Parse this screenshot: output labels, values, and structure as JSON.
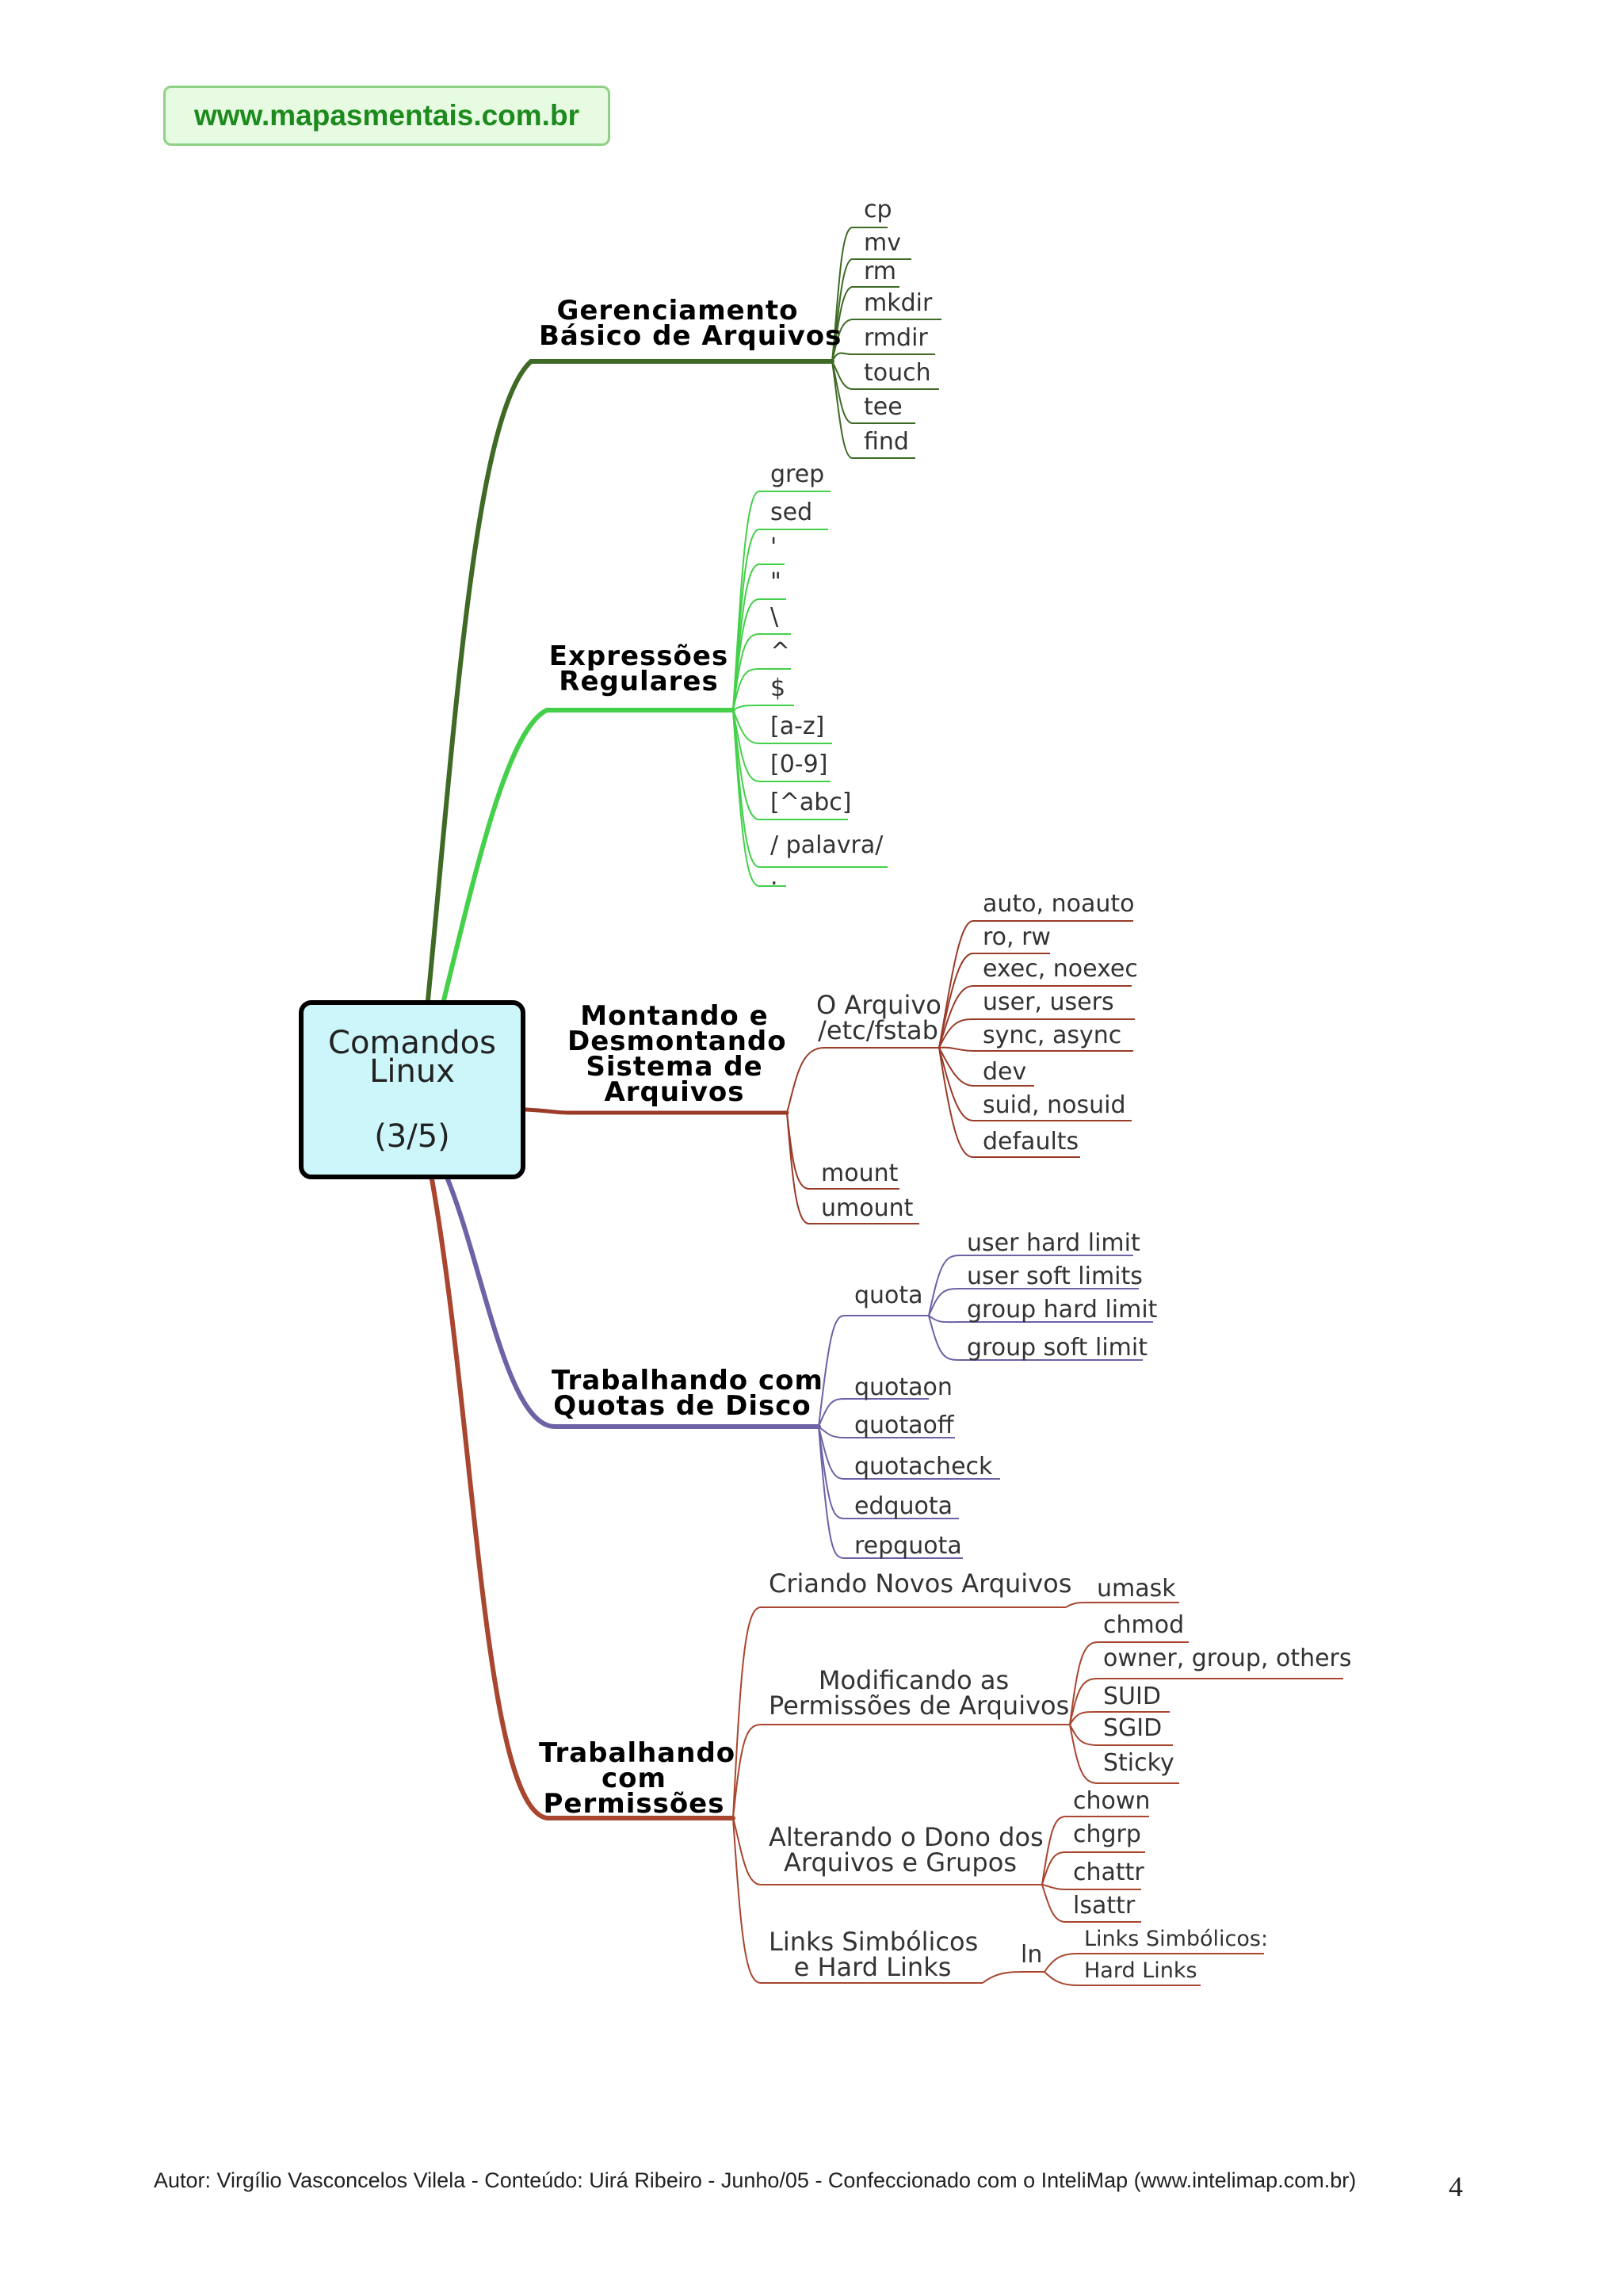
{
  "header": {
    "site": "www.mapasmentais.com.br"
  },
  "center": {
    "line1": "Comandos",
    "line2": "Linux",
    "line3": "(3/5)"
  },
  "branches": {
    "gerenciamento": {
      "title1": "Gerenciamento",
      "title2": "Básico de Arquivos",
      "color": "#3f6a25",
      "items": [
        "cp",
        "mv",
        "rm",
        "mkdir",
        "rmdir",
        "touch",
        "tee",
        "find"
      ]
    },
    "expressoes": {
      "title1": "Expressões",
      "title2": "Regulares",
      "color": "#44d04a",
      "items": [
        "grep",
        "sed",
        "'",
        "\"",
        "\\",
        "^",
        "$",
        "[a-z]",
        "[0-9]",
        "[^abc]",
        "/ palavra/",
        "."
      ]
    },
    "montando": {
      "title1": "Montando e",
      "title2": "Desmontando",
      "title3": "Sistema de",
      "title4": "Arquivos",
      "color": "#9a3b28",
      "fstab": {
        "label1": "O Arquivo",
        "label2": "/etc/fstab",
        "items": [
          "auto, noauto",
          "ro, rw",
          "exec, noexec",
          "user, users",
          "sync, async",
          "dev",
          "suid, nosuid",
          "defaults"
        ]
      },
      "items": [
        "mount",
        "umount"
      ]
    },
    "quotas": {
      "title1": "Trabalhando com",
      "title2": "Quotas de Disco",
      "color": "#6c62a6",
      "quota": {
        "label": "quota",
        "items": [
          "user hard limit",
          "user soft limits",
          "group hard limit",
          "group soft limit"
        ]
      },
      "items": [
        "quotaon",
        "quotaoff",
        "quotacheck",
        "edquota",
        "repquota"
      ]
    },
    "permissoes": {
      "title1": "Trabalhando",
      "title2": "com",
      "title3": "Permissões",
      "color": "#a8462f",
      "criando": {
        "label": "Criando Novos Arquivos",
        "items": [
          "umask"
        ]
      },
      "modificando": {
        "label1": "Modificando as",
        "label2": "Permissões de Arquivos",
        "items": [
          "chmod",
          "owner, group, others",
          "SUID",
          "SGID",
          "Sticky"
        ]
      },
      "alterando": {
        "label1": "Alterando o Dono dos",
        "label2": "Arquivos e Grupos",
        "items": [
          "chown",
          "chgrp",
          "chattr",
          "lsattr"
        ]
      },
      "links": {
        "label1": "Links Simbólicos",
        "label2": "e Hard Links",
        "ln": "ln",
        "items": [
          "Links Simbólicos:",
          "Hard Links"
        ]
      }
    }
  },
  "footer": {
    "text": "Autor: Virgílio Vasconcelos Vilela - Conteúdo: Uirá Ribeiro - Junho/05 - Confeccionado com o InteliMap (www.intelimap.com.br)",
    "page": "4"
  }
}
